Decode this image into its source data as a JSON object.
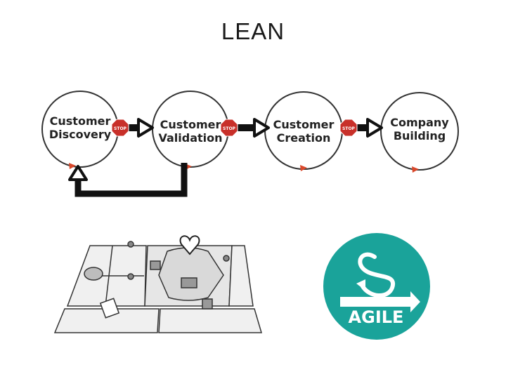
{
  "title": "LEAN",
  "diagram": {
    "stages": [
      {
        "line1": "Customer",
        "line2": "Discovery"
      },
      {
        "line1": "Customer",
        "line2": "Validation"
      },
      {
        "line1": "Customer",
        "line2": "Creation"
      },
      {
        "line1": "Company",
        "line2": "Building"
      }
    ],
    "stop_sign": "STOP"
  },
  "agile_logo": {
    "text": "AGILE",
    "color": "#1aa39a"
  },
  "colors": {
    "arrow_marker": "#d9482b",
    "stop_red": "#c8302a"
  }
}
